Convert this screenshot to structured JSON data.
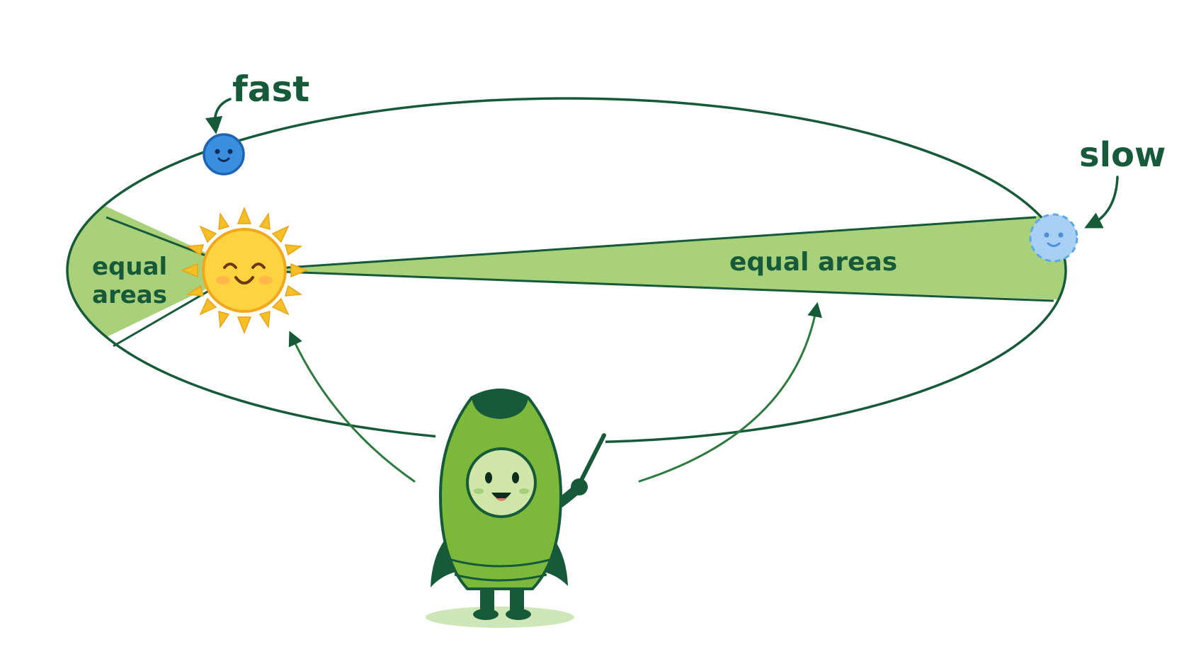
{
  "labels": {
    "fast": "fast",
    "slow": "slow",
    "left_area_line1": "equal",
    "left_area_line2": "areas",
    "right_area": "equal areas"
  },
  "colors": {
    "orbit": "#175a3a",
    "sector_fill": "#a9d17a",
    "sun_core": "#ffd23f",
    "sun_ray": "#f4c025",
    "planet_fast": "#3b8fe0",
    "planet_slow": "#a8d0f4",
    "rocket_body": "#7cb83a",
    "rocket_dark": "#175a3a",
    "text": "#175a3a"
  },
  "icons": {
    "sun": "smiling-sun-icon",
    "planet_fast": "smiling-planet-icon",
    "planet_slow": "faded-planet-icon",
    "mascot": "rocket-mascot-with-pointer"
  }
}
